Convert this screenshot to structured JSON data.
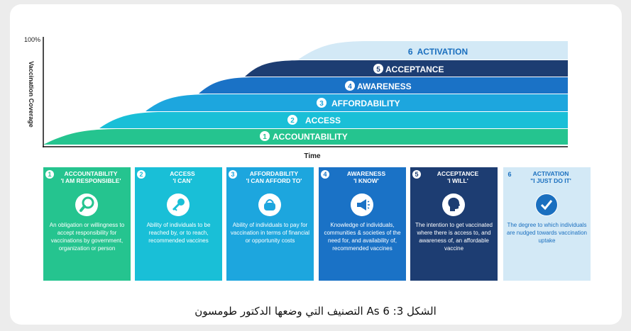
{
  "chart": {
    "y_top_label": "100%",
    "y_axis_label": "Vaccination Coverage",
    "x_axis_label": "Time",
    "layers": [
      {
        "num": "1",
        "label": "ACCOUNTABILITY",
        "color": "#25c48f"
      },
      {
        "num": "2",
        "label": "ACCESS",
        "color": "#19bfd7"
      },
      {
        "num": "3",
        "label": "AFFORDABILITY",
        "color": "#1da6de"
      },
      {
        "num": "4",
        "label": "AWARENESS",
        "color": "#1a72c6"
      },
      {
        "num": "5",
        "label": "ACCEPTANCE",
        "color": "#1d3d72"
      },
      {
        "num": "6",
        "label": "ACTIVATION",
        "color": "#d3e9f6"
      }
    ]
  },
  "boxes": [
    {
      "num": "1",
      "title": "ACCOUNTABILITY\n'I AM RESPONSIBLE'",
      "icon": "magnifier-icon",
      "color": "#25c48f",
      "text_color": "#ffffff",
      "desc": "An obligation or willingness to accept responsibility for vaccinations by government, organization or person"
    },
    {
      "num": "2",
      "title": "ACCESS\n'I CAN'",
      "icon": "key-icon",
      "color": "#19bfd7",
      "text_color": "#ffffff",
      "desc": "Ability of individuals to be reached by, or to reach, recommended vaccines"
    },
    {
      "num": "3",
      "title": "AFFORDABILITY\n'I CAN AFFORD TO'",
      "icon": "purse-icon",
      "color": "#1da6de",
      "text_color": "#ffffff",
      "desc": "Ability of individuals to pay for vaccination in terms of financial or opportunity costs"
    },
    {
      "num": "4",
      "title": "AWARENESS\n'I KNOW'",
      "icon": "megaphone-icon",
      "color": "#1a72c6",
      "text_color": "#ffffff",
      "desc": "Knowledge of individuals, communities & societies of the need for, and availability of, recommended vaccines"
    },
    {
      "num": "5",
      "title": "ACCEPTANCE\n'I WILL'",
      "icon": "head-icon",
      "color": "#1d3d72",
      "text_color": "#ffffff",
      "desc": "The intention to get vaccinated where there is access to, and awareness of, an affordable vaccine"
    },
    {
      "num": "6",
      "title": "ACTIVATION\n\"I JUST DO IT'",
      "icon": "checkmark-icon",
      "color": "#d3e9f6",
      "text_color": "#1a6fbf",
      "desc": "The degree to which individuals are nudged towards vaccination uptake"
    }
  ],
  "caption": "الشكل 3:  As 6 التصنيف التي وضعها الدكتور طومسون"
}
